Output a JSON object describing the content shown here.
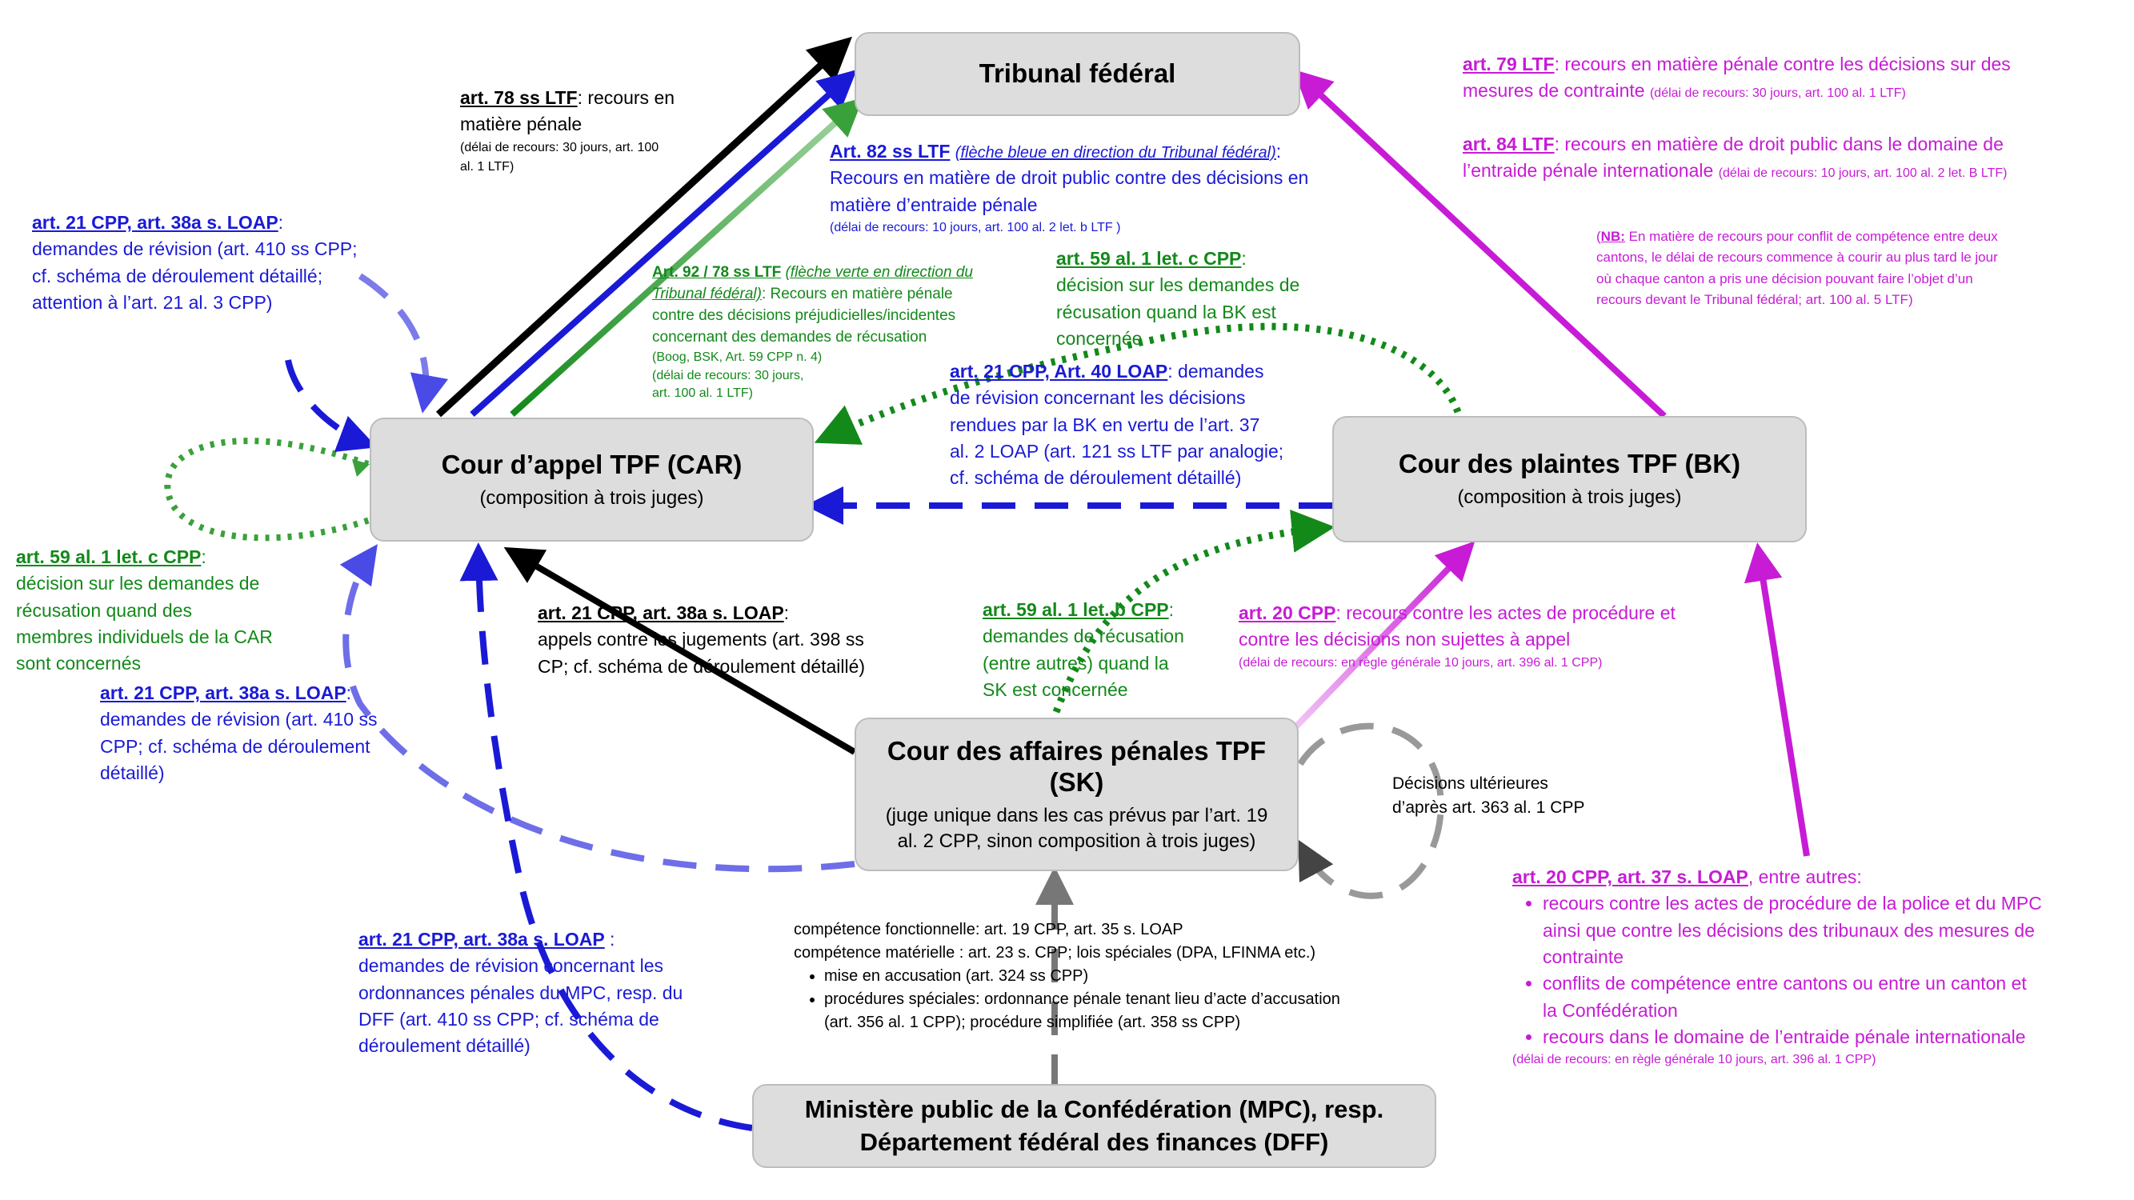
{
  "boxes": {
    "tf": {
      "title": "Tribunal fédéral"
    },
    "car": {
      "title": "Cour d’appel TPF (CAR)",
      "subtitle": "(composition à trois juges)"
    },
    "bk": {
      "title": "Cour des plaintes TPF (BK)",
      "subtitle": "(composition à trois juges)"
    },
    "sk": {
      "title": "Cour des affaires pénales TPF",
      "title2": "(SK)",
      "subtitle": "(juge unique dans les cas prévus par l’art. 19 al. 2 CPP, sinon composition à trois juges)"
    },
    "mpc": {
      "title": "Ministère public de la Confédération (MPC), resp. Département fédéral des finances (DFF)"
    }
  },
  "labels": {
    "a78": {
      "ref": "art. 78 ss LTF",
      "l1": ": recours en",
      "l2": "matière pénale",
      "n1": "(délai de recours: 30 jours, art. 100",
      "n2": "al. 1 LTF)"
    },
    "a82": {
      "ref": "Art. 82 ss LTF",
      "refi": "(flèche bleue en direction du Tribunal fédéral)",
      "l1": "Recours en matière de droit public contre des décisions en",
      "l2": "matière d’entraide pénale",
      "n1": "(délai de recours: 10 jours, art. 100 al. 2 let. b LTF )"
    },
    "a21tl": {
      "ref": "art. 21 CPP, art. 38a s. LOAP",
      "l1": "demandes de révision (art. 410 ss CPP;",
      "l2": "cf. schéma de déroulement détaillé;",
      "l3": "attention à l’art. 21 al. 3 CPP)"
    },
    "a92": {
      "ref": "Art. 92 / 78 ss LTF",
      "refi1": "(flèche verte en direction du",
      "refi2": "Tribunal fédéral)",
      "l1": ":  Recours en matière pénale",
      "l2": "contre des décisions préjudicielles/incidentes",
      "l3": "concernant des demandes de récusation",
      "l4": "(Boog, BSK,  Art. 59 CPP n. 4)",
      "l5": "(délai de recours: 30 jours,",
      "l6": "art. 100  al. 1 LTF)"
    },
    "a59c_top": {
      "ref": "art. 59 al. 1 let. c CPP",
      "l1": "décision sur les demandes de",
      "l2": "récusation quand la BK est",
      "l3": "concernée"
    },
    "a21_40": {
      "ref": "art. 21 CPP, Art. 40 LOAP",
      "l0": ": demandes",
      "l1": "de révision concernant les décisions",
      "l2": "rendues par la BK en vertu de l’art. 37",
      "l3": "al. 2 LOAP (art. 121 ss LTF par analogie;",
      "l4": "cf. schéma de déroulement détaillé)"
    },
    "a79": {
      "ref": "art. 79 LTF",
      "l1": ": recours en matière pénale contre les décisions sur des",
      "l2": "mesures de contrainte",
      "n1": "(délai de recours: 30 jours, art. 100 al. 1 LTF)"
    },
    "a84": {
      "ref": "art. 84 LTF",
      "l1": ": recours en matière de droit public dans le domaine de",
      "l2": "l’entraide pénale internationale",
      "n1": "(délai de recours: 10 jours, art. 100 al. 2 let. B LTF)"
    },
    "nb": {
      "ref": "NB:",
      "l1": " En matière de recours pour conflit de compétence entre deux",
      "l2": "cantons, le délai de recours commence à courir au plus tard le jour",
      "l3": "où chaque canton a pris une décision pouvant faire l’objet d’un",
      "l4": "recours devant le Tribunal fédéral; art. 100 al. 5 LTF)"
    },
    "a59c_left": {
      "ref": "art. 59 al. 1 let. c CPP",
      "l0": ":",
      "l1": "décision sur les demandes de",
      "l2": "récusation quand des",
      "l3": "membres individuels de la CAR",
      "l4": "sont concernés"
    },
    "a21_appels": {
      "ref": "art. 21 CPP, art. 38a s. LOAP",
      "l0": ":",
      "l1": "appels contre les jugements (art. 398 ss",
      "l2": "CP; cf. schéma de déroulement détaillé)"
    },
    "a59b": {
      "ref": "art. 59 al. 1 let. b CPP",
      "l0": ":",
      "l1": "demandes de récusation",
      "l2": "(entre autres) quand la",
      "l3": "SK est concernée"
    },
    "a20": {
      "ref": "art. 20 CPP",
      "l1": ": recours contre les actes de procédure et",
      "l2": "contre les décisions non sujettes à appel",
      "n1": "(délai de recours: en règle générale 10 jours, art. 396 al. 1 CPP)"
    },
    "a21_mid": {
      "ref": "art. 21 CPP, art. 38a s. LOAP",
      "l0": ":",
      "l1": "demandes de révision (art. 410 ss",
      "l2": "CPP; cf. schéma de déroulement",
      "l3": "détaillé)"
    },
    "dec": {
      "l1": "Décisions ultérieures",
      "l2": "d’après art. 363 al. 1 CPP"
    },
    "a21_bot": {
      "ref": "art. 21 CPP, art. 38a s. LOAP",
      "l0": " :",
      "l1": "demandes de révision concernant les",
      "l2": "ordonnances pénales du MPC, resp. du",
      "l3": "DFF (art. 410 ss CPP; cf. schéma de",
      "l4": "déroulement détaillé)"
    },
    "comp": {
      "l1": "compétence fonctionnelle: art. 19 CPP, art. 35 s. LOAP",
      "l2": "compétence matérielle : art. 23 s. CPP; lois spéciales (DPA, LFINMA etc.)",
      "b1": "mise en accusation (art. 324 ss CPP)",
      "b2a": "procédures spéciales: ordonnance pénale tenant lieu d’acte d’accusation",
      "b2b": "(art. 356 al. 1 CPP); procédure simplifiée (art. 358 ss CPP)"
    },
    "a20_37": {
      "ref": "art. 20 CPP, art. 37 s. LOAP",
      "l0": ", entre autres:",
      "b1a": "recours contre les actes de procédure de la police et du MPC",
      "b1b": "ainsi que contre les décisions des tribunaux des mesures de",
      "b1c": "contrainte",
      "b2a": "conflits de compétence entre cantons ou entre un canton et",
      "b2b": "la Confédération",
      "b3": "recours dans le domaine de l’entraide pénale internationale",
      "n1": "(délai de recours: en règle générale 10 jours, art. 396 al. 1 CPP)"
    }
  },
  "colors": {
    "black": "#000000",
    "blue": "#1a1ad6",
    "green": "#13891a",
    "magenta": "#c71bd6",
    "grey": "#777777"
  }
}
